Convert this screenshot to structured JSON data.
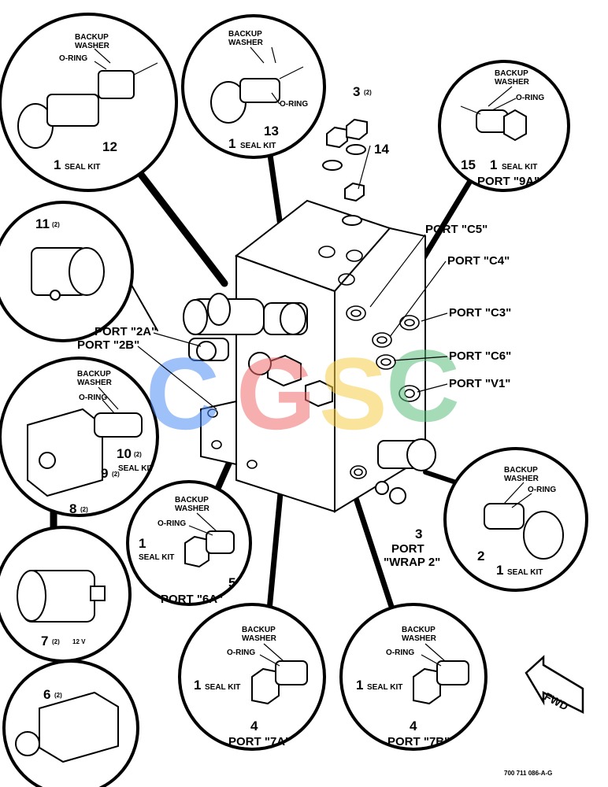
{
  "labels": {
    "backup_washer": [
      "BACKUP",
      "WASHER"
    ],
    "o_ring": "O-RING",
    "seal_kit": "SEAL KIT",
    "fwd": "FWD",
    "drawing_number": "700 711 086-A-G",
    "watermark": "CGSC"
  },
  "callouts": {
    "c1": {
      "num": "1"
    },
    "c2": {
      "num": "2"
    },
    "c3a": {
      "num": "3",
      "qty": "(2)"
    },
    "c3b": {
      "num": "3"
    },
    "c4a": {
      "num": "4"
    },
    "c4b": {
      "num": "4"
    },
    "c5": {
      "num": "5"
    },
    "c6": {
      "num": "6",
      "qty": "(2)"
    },
    "c7": {
      "num": "7",
      "qty": "(2)",
      "spec": "12 V"
    },
    "c8": {
      "num": "8",
      "qty": "(2)"
    },
    "c9": {
      "num": "9",
      "qty": "(2)"
    },
    "c10": {
      "num": "10",
      "qty": "(2)"
    },
    "c11": {
      "num": "11",
      "qty": "(2)"
    },
    "c12": {
      "num": "12"
    },
    "c13": {
      "num": "13"
    },
    "c14": {
      "num": "14"
    },
    "c15": {
      "num": "15"
    }
  },
  "ports": {
    "c5": "PORT \"C5\"",
    "c4": "PORT \"C4\"",
    "c3": "PORT \"C3\"",
    "c6": "PORT \"C6\"",
    "v1": "PORT \"V1\"",
    "p2a": "PORT \"2A\"",
    "p2b": "PORT \"2B\"",
    "p9a": "PORT \"9A\"",
    "p6a": "PORT \"6A\"",
    "p7a": "PORT \"7A\"",
    "p7b": "PORT \"7B\"",
    "wrap2_line1": "PORT",
    "wrap2_line2": "\"WRAP 2\""
  },
  "colors": {
    "ink": "#000000",
    "wm_blue": "#4f8ff7",
    "wm_red": "#f26d6d",
    "wm_yellow": "#f7cf4a",
    "wm_green": "#5fbf7f"
  }
}
